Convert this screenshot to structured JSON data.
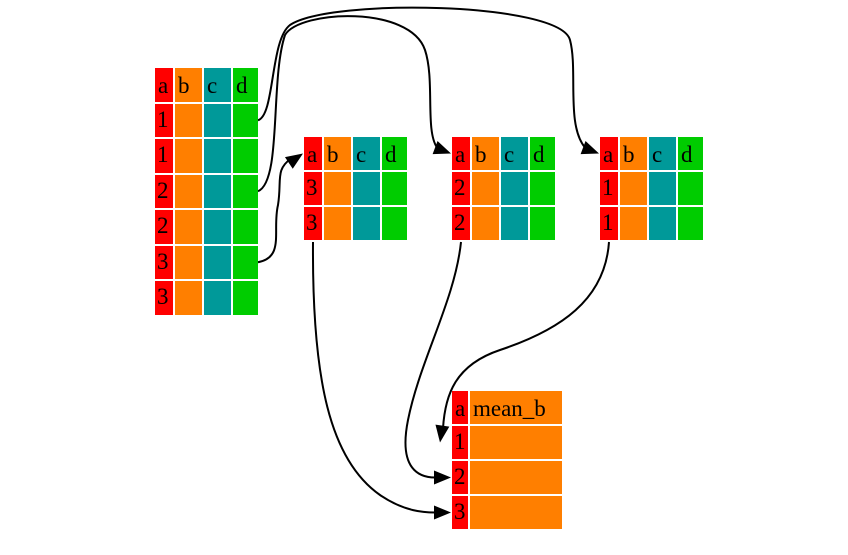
{
  "colors": {
    "a": "#ff0000",
    "b": "#ff7f00",
    "c": "#009999",
    "d": "#00cc00",
    "mean_b": "#ff7f00",
    "grid": "#ffffff",
    "edge": "#000000"
  },
  "tables": {
    "original": {
      "columns": [
        "a",
        "b",
        "c",
        "d"
      ],
      "rows": [
        [
          "1"
        ],
        [
          "1"
        ],
        [
          "2"
        ],
        [
          "2"
        ],
        [
          "3"
        ],
        [
          "3"
        ]
      ]
    },
    "group_3": {
      "columns": [
        "a",
        "b",
        "c",
        "d"
      ],
      "rows": [
        [
          "3"
        ],
        [
          "3"
        ]
      ]
    },
    "group_2": {
      "columns": [
        "a",
        "b",
        "c",
        "d"
      ],
      "rows": [
        [
          "2"
        ],
        [
          "2"
        ]
      ]
    },
    "group_1": {
      "columns": [
        "a",
        "b",
        "c",
        "d"
      ],
      "rows": [
        [
          "1"
        ],
        [
          "1"
        ]
      ]
    },
    "summary": {
      "columns": [
        "a",
        "mean_b"
      ],
      "rows": [
        [
          "1"
        ],
        [
          "2"
        ],
        [
          "3"
        ]
      ]
    }
  },
  "edges": [
    {
      "from": "original",
      "to": "group_1"
    },
    {
      "from": "original",
      "to": "group_2"
    },
    {
      "from": "original",
      "to": "group_3"
    },
    {
      "from": "group_1",
      "to": "summary"
    },
    {
      "from": "group_2",
      "to": "summary"
    },
    {
      "from": "group_3",
      "to": "summary"
    }
  ]
}
